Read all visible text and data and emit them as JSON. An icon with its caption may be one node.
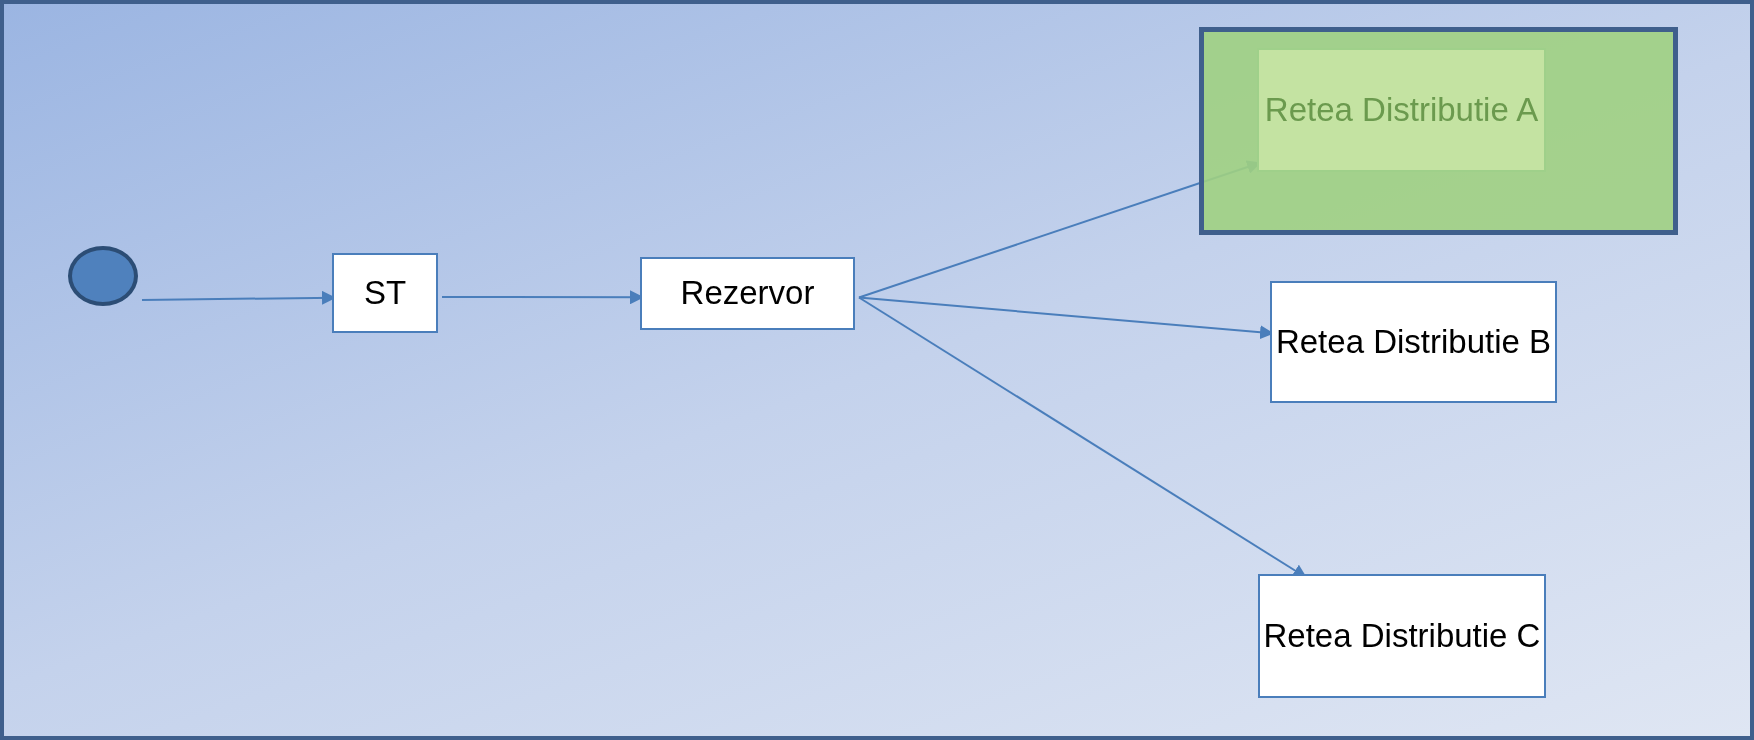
{
  "diagram": {
    "nodes": [
      {
        "text": [],
        "shape": "circle"
      },
      {
        "text": [
          "ST"
        ]
      },
      {
        "text": [
          "Rezervor"
        ]
      },
      {
        "text": [],
        "shape": "box"
      },
      {
        "text": [
          "Retea Distributie A"
        ],
        "in": 3
      },
      {
        "text": [
          "Retea Distributie B"
        ]
      },
      {
        "text": [
          "Retea Distributie C"
        ]
      }
    ],
    "edges": [
      {
        "from": 0,
        "to": 1,
        "arrow": "to"
      },
      {
        "from": 1,
        "to": 2,
        "arrow": "to"
      },
      {
        "from": 2,
        "to": 4,
        "arrow": "to"
      },
      {
        "from": 2,
        "to": 5,
        "arrow": "to"
      },
      {
        "from": 2,
        "to": 6,
        "arrow": "to"
      }
    ]
  }
}
